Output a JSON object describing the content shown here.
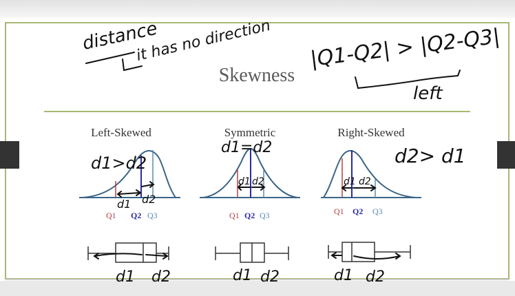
{
  "slide": {
    "title": "Skewness",
    "accent_color": "#8aa043",
    "side_tab_color": "#333333",
    "curve_color": "#3b6486"
  },
  "panels": [
    {
      "heading": "Left-Skewed",
      "quartiles": [
        "Q1",
        "Q2",
        "Q3"
      ]
    },
    {
      "heading": "Symmetric",
      "quartiles": [
        "Q1",
        "Q2",
        "Q3"
      ]
    },
    {
      "heading": "Right-Skewed",
      "quartiles": [
        "Q1",
        "Q2",
        "Q3"
      ]
    }
  ],
  "quartile_colors": {
    "q1": "#b44040",
    "q2": "#2a2aa8",
    "q3": "#5a8ab0"
  },
  "handwriting": {
    "top_word": "distance",
    "top_note": "it has no direction",
    "formula": "|Q1-Q2| > |Q2-Q3|",
    "formula_note": "left",
    "left_relation": "d1>d2",
    "sym_relation": "d1=d2",
    "right_relation": "d2> d1",
    "d1": "d1",
    "d2": "d2"
  }
}
